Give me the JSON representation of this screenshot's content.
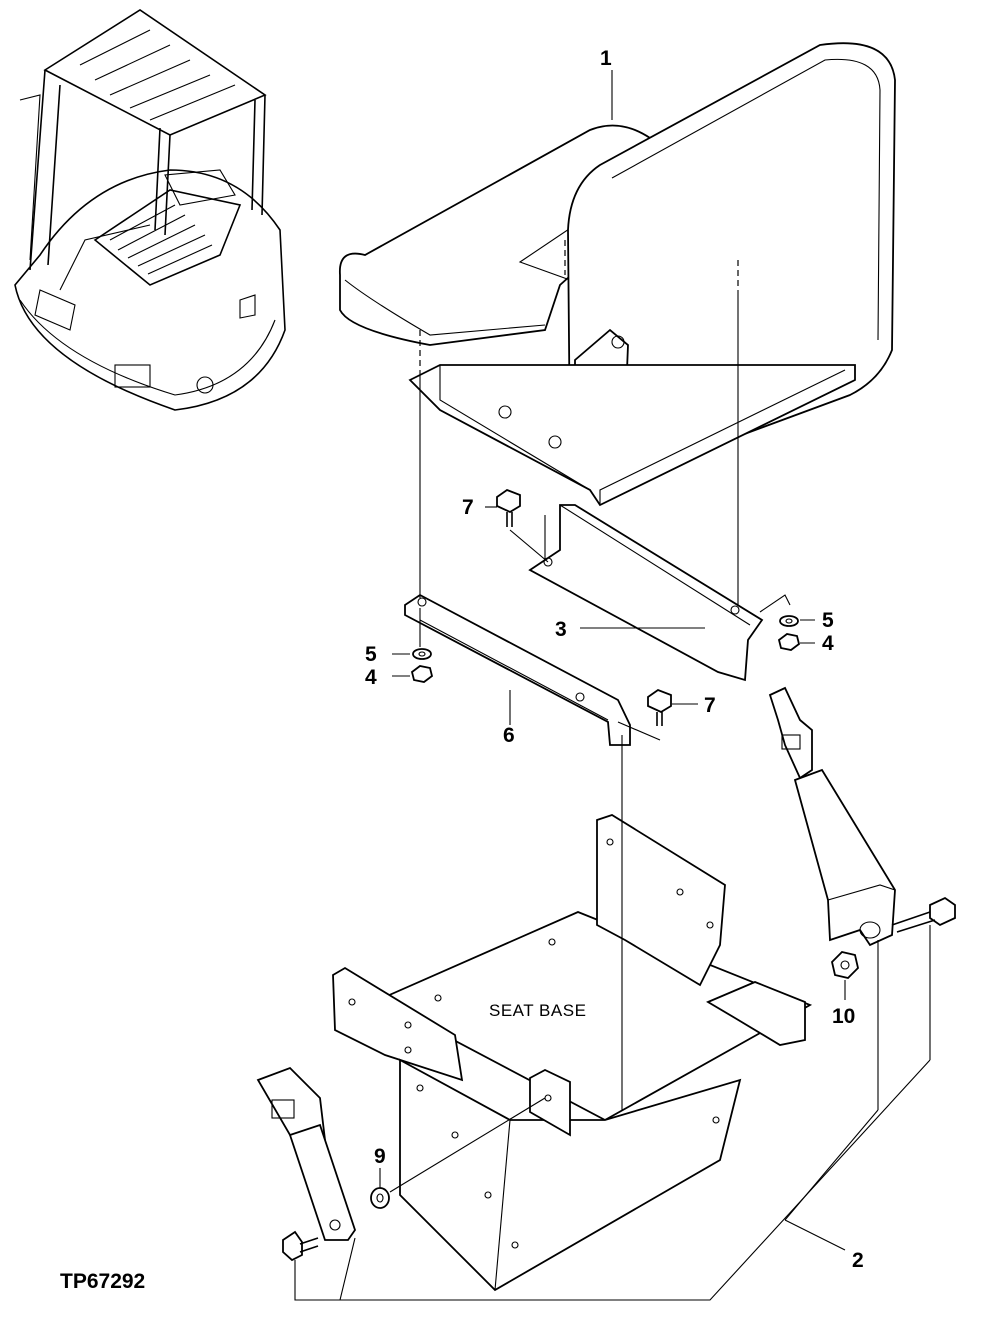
{
  "figure": {
    "id": "TP67292",
    "base_label": "SEAT BASE",
    "callouts": [
      {
        "key": "seat",
        "label": "1"
      },
      {
        "key": "seat_belt",
        "label": "2"
      },
      {
        "key": "rail_right",
        "label": "3"
      },
      {
        "key": "nut_right",
        "label": "4"
      },
      {
        "key": "washer_right",
        "label": "5"
      },
      {
        "key": "nut_left",
        "label": "4"
      },
      {
        "key": "washer_left",
        "label": "5"
      },
      {
        "key": "rail_left",
        "label": "6"
      },
      {
        "key": "bolt_upper",
        "label": "7"
      },
      {
        "key": "bolt_lower",
        "label": "7"
      },
      {
        "key": "spacer",
        "label": "9"
      },
      {
        "key": "nut_belt",
        "label": "10"
      }
    ]
  }
}
